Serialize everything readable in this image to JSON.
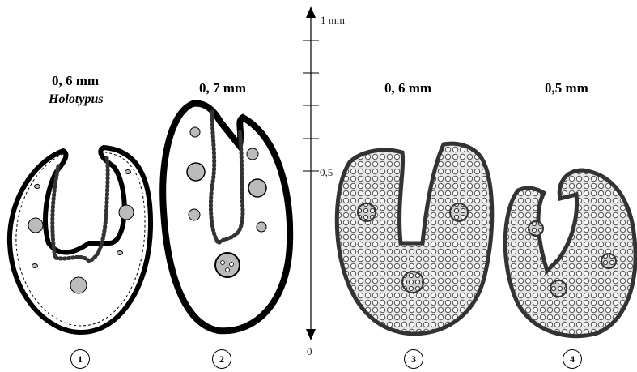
{
  "specimens": [
    {
      "number": "1",
      "size": "0, 6 mm",
      "note": "Holotypus"
    },
    {
      "number": "2",
      "size": "0, 7 mm"
    },
    {
      "number": "3",
      "size": "0, 6 mm"
    },
    {
      "number": "4",
      "size": "0,5 mm"
    }
  ],
  "scale": {
    "top": "1 mm",
    "middle": "0,5",
    "bottom": "0"
  }
}
